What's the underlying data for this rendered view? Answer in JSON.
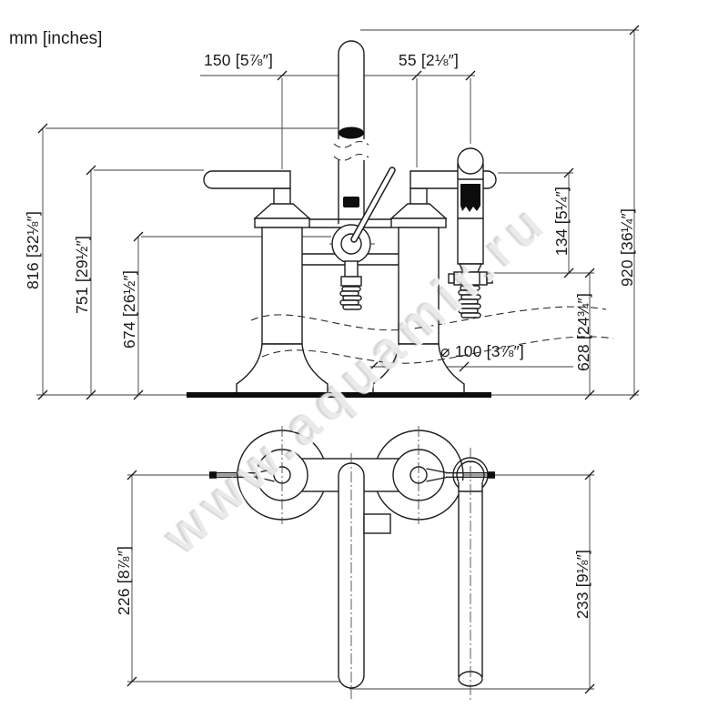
{
  "units_label": "mm [inches]",
  "watermark": "www.aquamir.ru",
  "dims": {
    "spacing_connections": "150 [5⅞″]",
    "spacing_shower": "55 [2⅛″]",
    "height_spout": "816 [32⅛″]",
    "height_handle": "751 [29½″]",
    "height_pivot": "674 [26½″]",
    "height_shower_section": "134 [5¼″]",
    "height_total": "920 [36¼″]",
    "height_hose": "628 [24¾″]",
    "base_diameter": "⌀ 100 [3⅞″]",
    "depth_spout": "226 [8⅞″]",
    "depth_shower": "233 [9⅛″]"
  }
}
